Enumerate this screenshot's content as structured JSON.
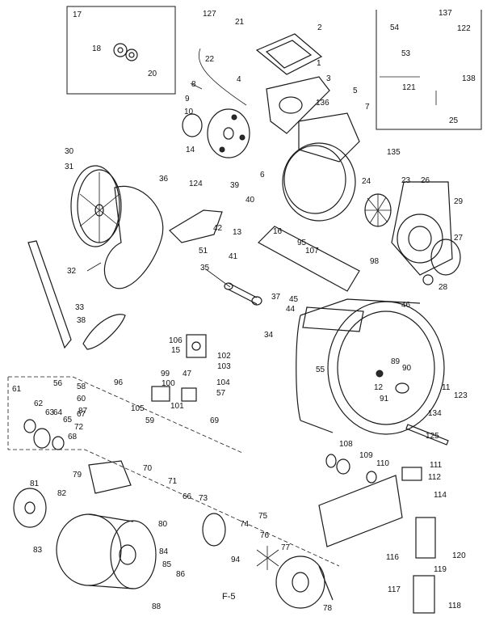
{
  "figure_label": "F-5",
  "colors": {
    "ink": "#1a1a1a",
    "paper": "#ffffff"
  },
  "callouts": [
    "1",
    "2",
    "3",
    "4",
    "5",
    "6",
    "7",
    "8",
    "9",
    "10",
    "11",
    "12",
    "13",
    "14",
    "15",
    "16",
    "17",
    "18",
    "20",
    "21",
    "22",
    "23",
    "24",
    "25",
    "26",
    "27",
    "28",
    "29",
    "30",
    "31",
    "32",
    "33",
    "34",
    "35",
    "36",
    "37",
    "38",
    "39",
    "40",
    "41",
    "42",
    "44",
    "45",
    "46",
    "47",
    "51",
    "53",
    "54",
    "55",
    "56",
    "57",
    "58",
    "59",
    "60",
    "61",
    "62",
    "63",
    "64",
    "65",
    "66",
    "67",
    "68",
    "69",
    "70",
    "71",
    "72",
    "73",
    "74",
    "75",
    "76",
    "77",
    "78",
    "79",
    "80",
    "81",
    "82",
    "83",
    "84",
    "85",
    "86",
    "87",
    "88",
    "89",
    "90",
    "91",
    "94",
    "95",
    "96",
    "98",
    "99",
    "100",
    "101",
    "102",
    "103",
    "104",
    "105",
    "106",
    "107",
    "108",
    "109",
    "110",
    "111",
    "112",
    "114",
    "116",
    "117",
    "118",
    "119",
    "120",
    "121",
    "122",
    "123",
    "124",
    "125",
    "127",
    "134",
    "135",
    "136",
    "137",
    "138"
  ]
}
